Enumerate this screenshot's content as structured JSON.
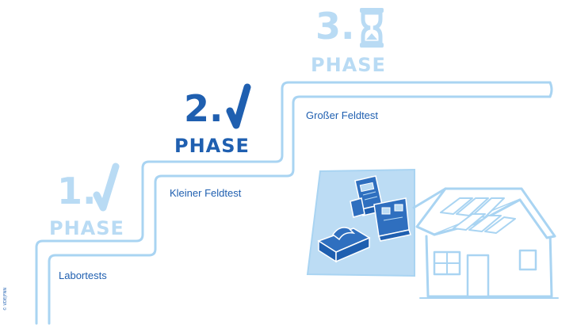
{
  "phases": [
    {
      "number": "1.",
      "word": "PHASE",
      "status": "check-icon",
      "label": "Labortests",
      "color": "#b9dbf4"
    },
    {
      "number": "2.",
      "word": "PHASE",
      "status": "check-icon",
      "label": "Kleiner Feldtest",
      "color": "#1f5fb0"
    },
    {
      "number": "3.",
      "word": "PHASE",
      "status": "hourglass-icon",
      "label": "Großer Feldtest",
      "color": "#b9dbf4"
    }
  ],
  "credit": "© VDE|FNN",
  "colors": {
    "light": "#b9dbf4",
    "dark": "#1f5fb0",
    "outline": "#a9d4f2",
    "panel": "#bcdcf4",
    "device": "#2f6fbf"
  },
  "icons": [
    "staircase-path",
    "meter-devices-panel",
    "house-with-solar-icon"
  ]
}
